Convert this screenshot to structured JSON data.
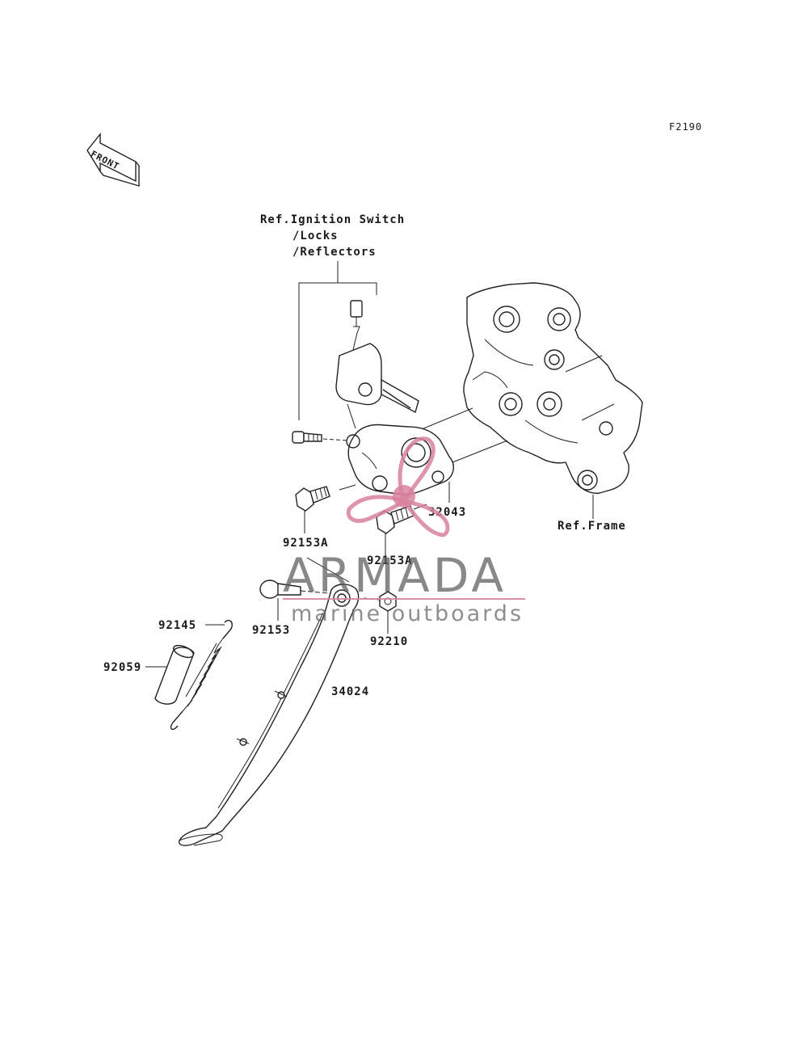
{
  "figure_code": "F2190",
  "front_label": "FRONT",
  "ref_ignition": {
    "line1": "Ref.Ignition Switch",
    "line2": "/Locks",
    "line3": "/Reflectors"
  },
  "ref_frame": "Ref.Frame",
  "parts": {
    "p32043": "32043",
    "p92153a_left": "92153A",
    "p92153a_right": "92153A",
    "p92153": "92153",
    "p92210": "92210",
    "p92145": "92145",
    "p92059": "92059",
    "p34024": "34024"
  },
  "watermark": {
    "brand": "ARMADA",
    "tagline": "marine outboards",
    "accent_color": "#d9829e"
  }
}
